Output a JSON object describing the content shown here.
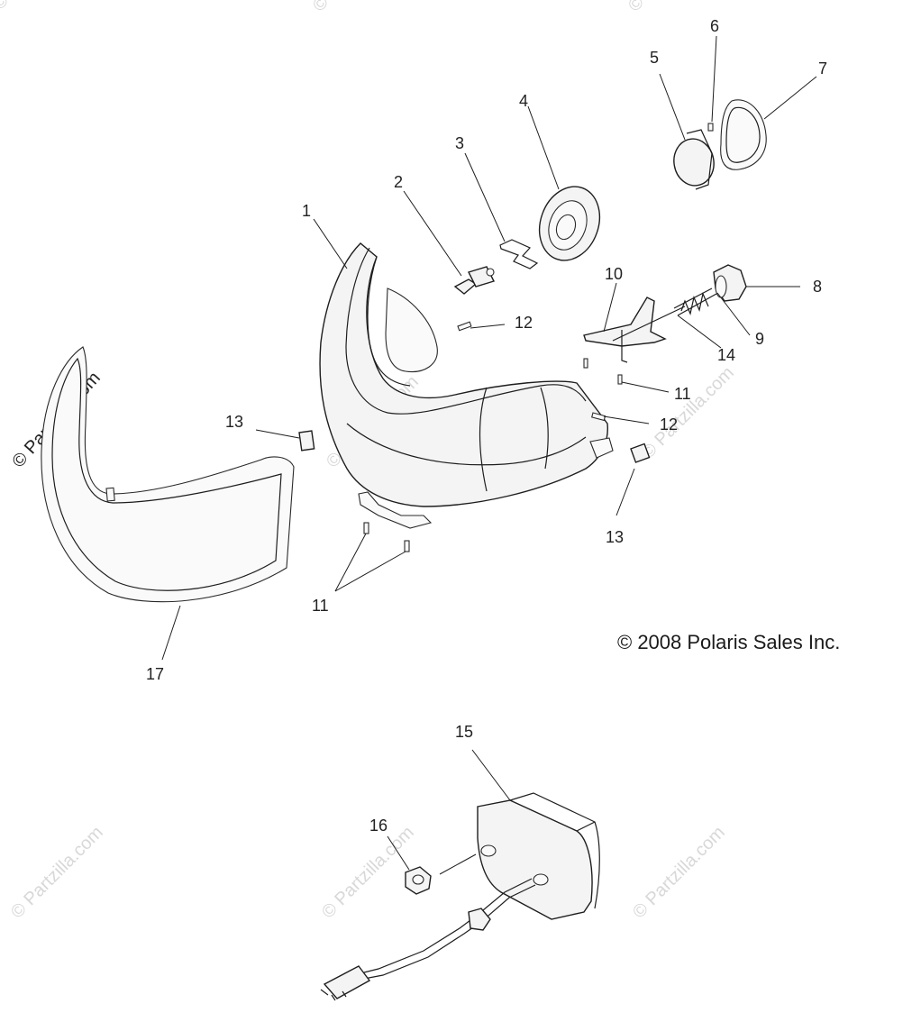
{
  "diagram": {
    "copyright": "© 2008 Polaris Sales Inc.",
    "watermark": "© Partzilla.com",
    "callouts": {
      "c1": "1",
      "c2": "2",
      "c3": "3",
      "c4": "4",
      "c5": "5",
      "c6": "6",
      "c7": "7",
      "c8": "8",
      "c9": "9",
      "c10": "10",
      "c11a": "11",
      "c11b": "11",
      "c12a": "12",
      "c12b": "12",
      "c13a": "13",
      "c13b": "13",
      "c14": "14",
      "c15": "15",
      "c16": "16",
      "c17": "17"
    }
  }
}
